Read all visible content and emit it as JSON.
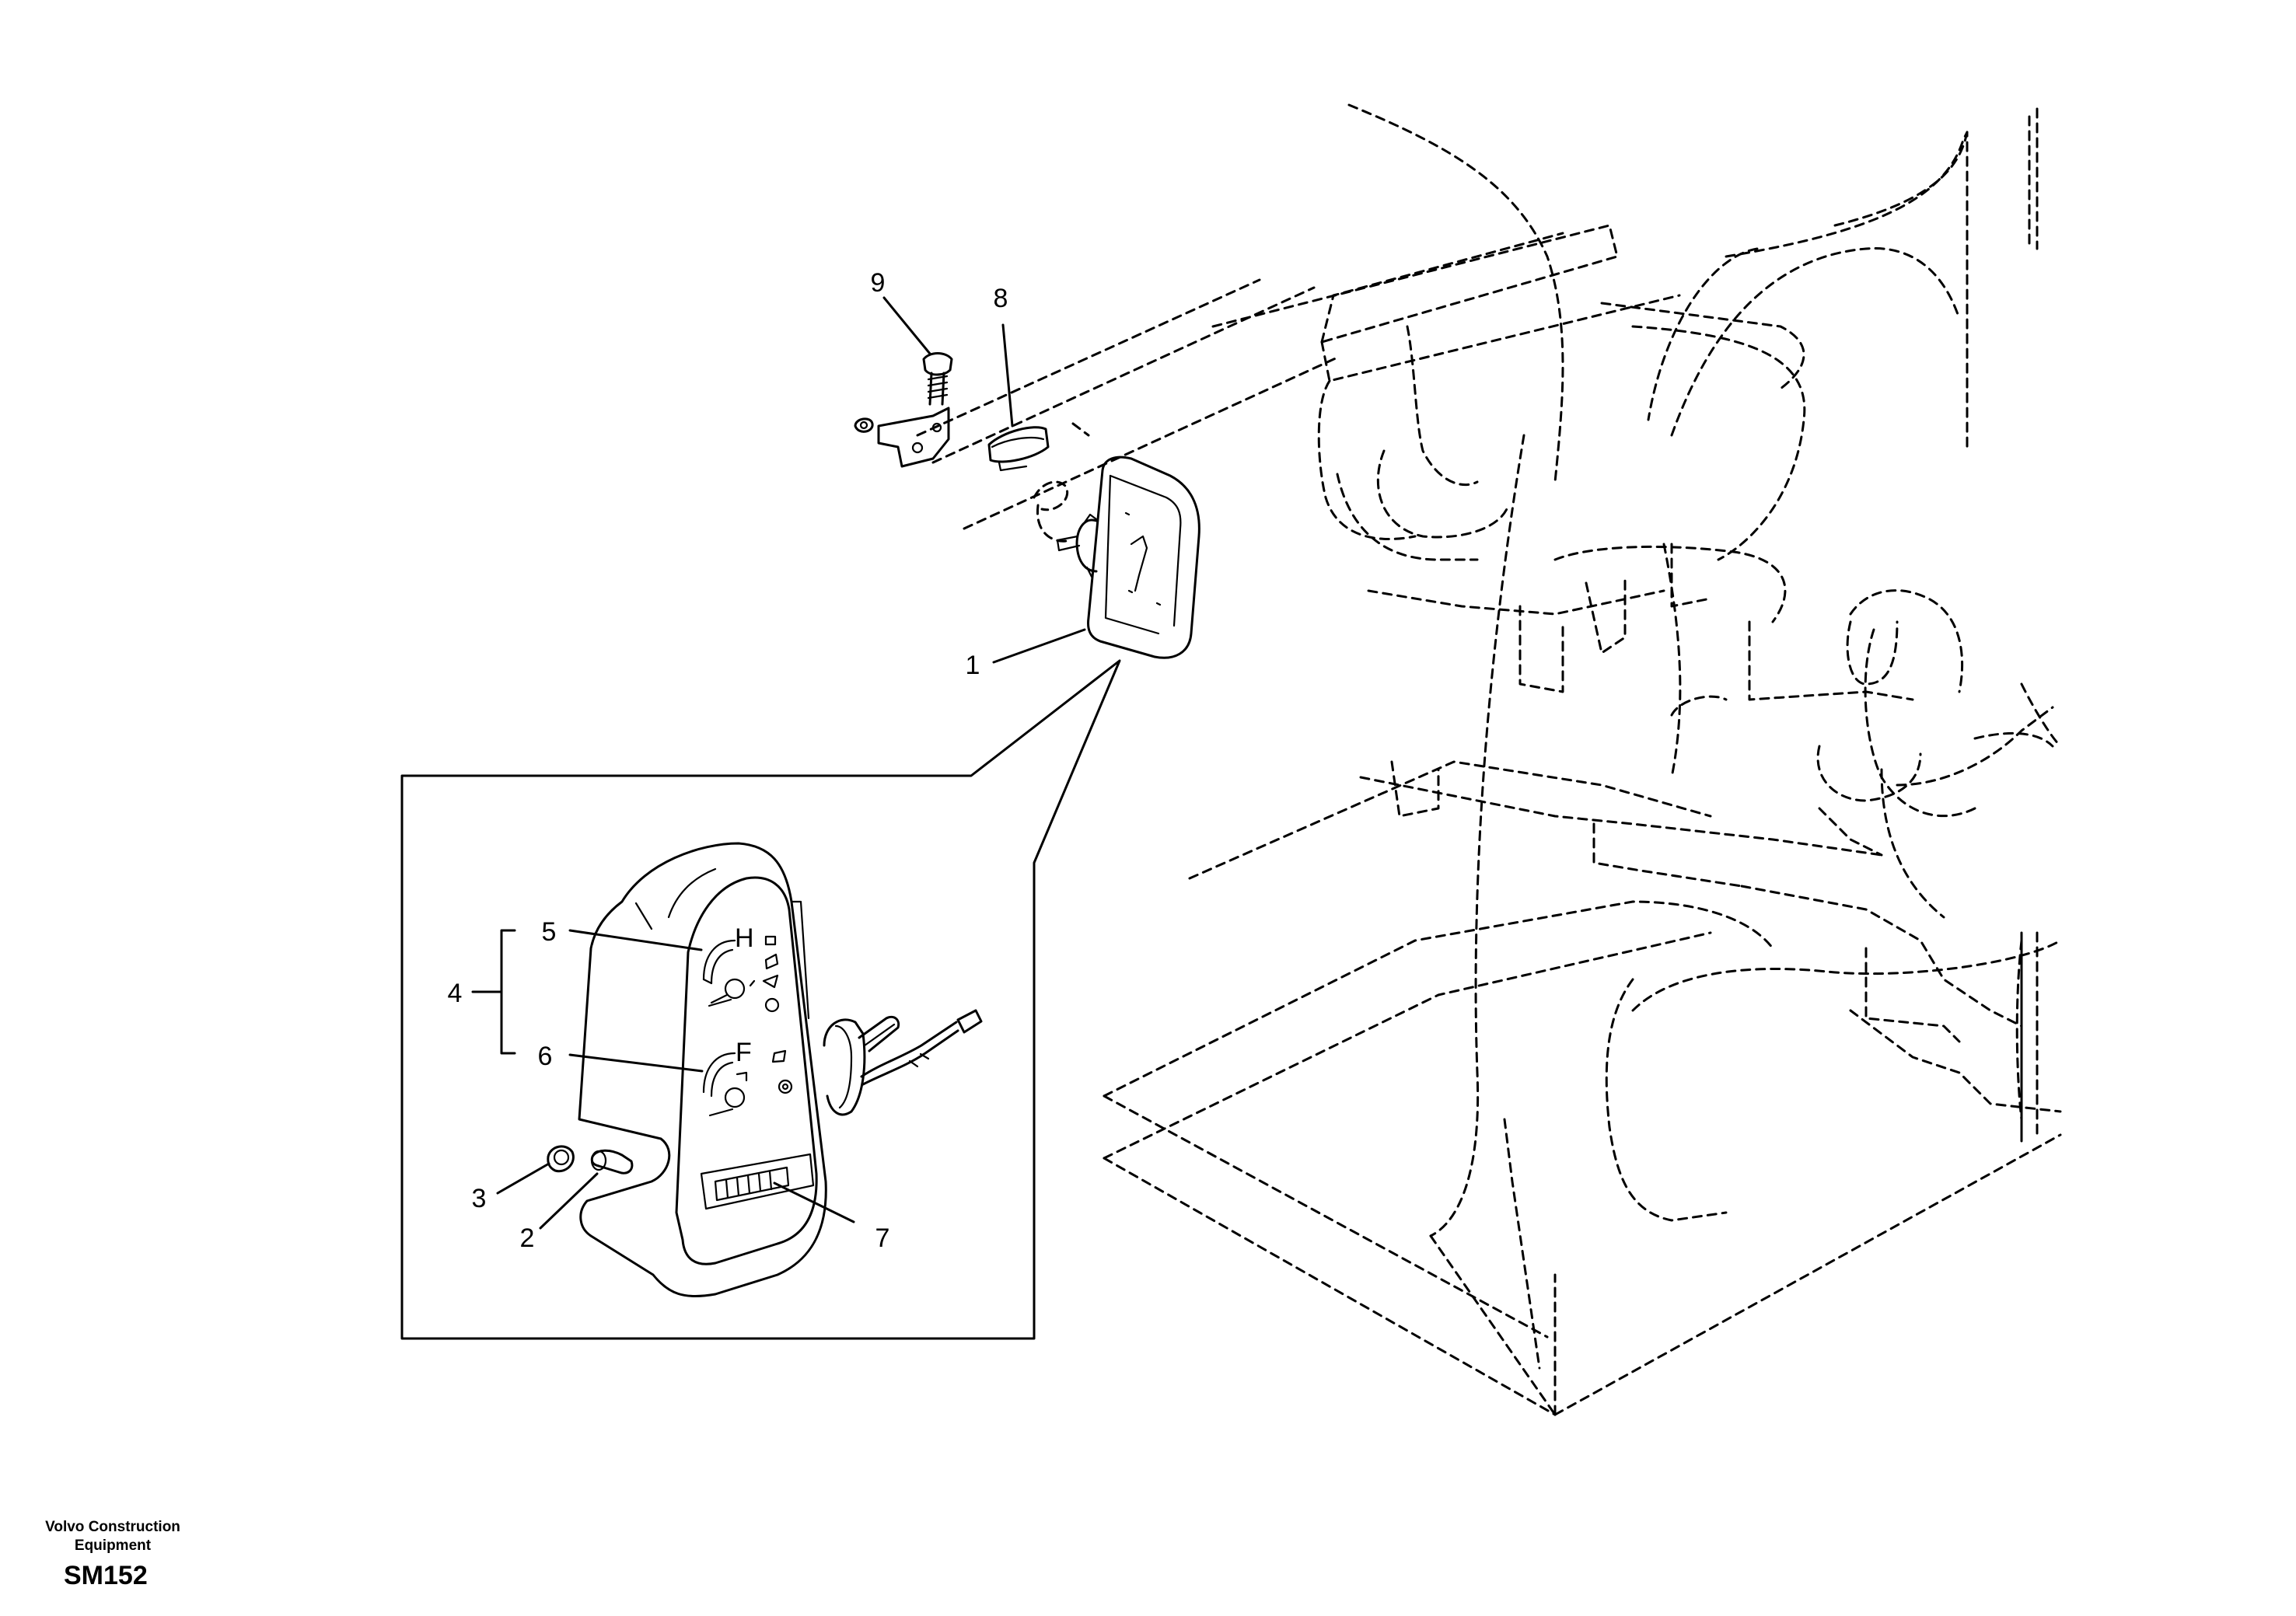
{
  "diagram": {
    "callouts": [
      {
        "id": "c1",
        "text": "1"
      },
      {
        "id": "c2",
        "text": "2"
      },
      {
        "id": "c3",
        "text": "3"
      },
      {
        "id": "c4",
        "text": "4"
      },
      {
        "id": "c5",
        "text": "5"
      },
      {
        "id": "c6",
        "text": "6"
      },
      {
        "id": "c7",
        "text": "7"
      },
      {
        "id": "c8",
        "text": "8"
      },
      {
        "id": "c9",
        "text": "9"
      }
    ]
  },
  "footer": {
    "company": "Volvo Construction Equipment",
    "code": "SM152"
  }
}
